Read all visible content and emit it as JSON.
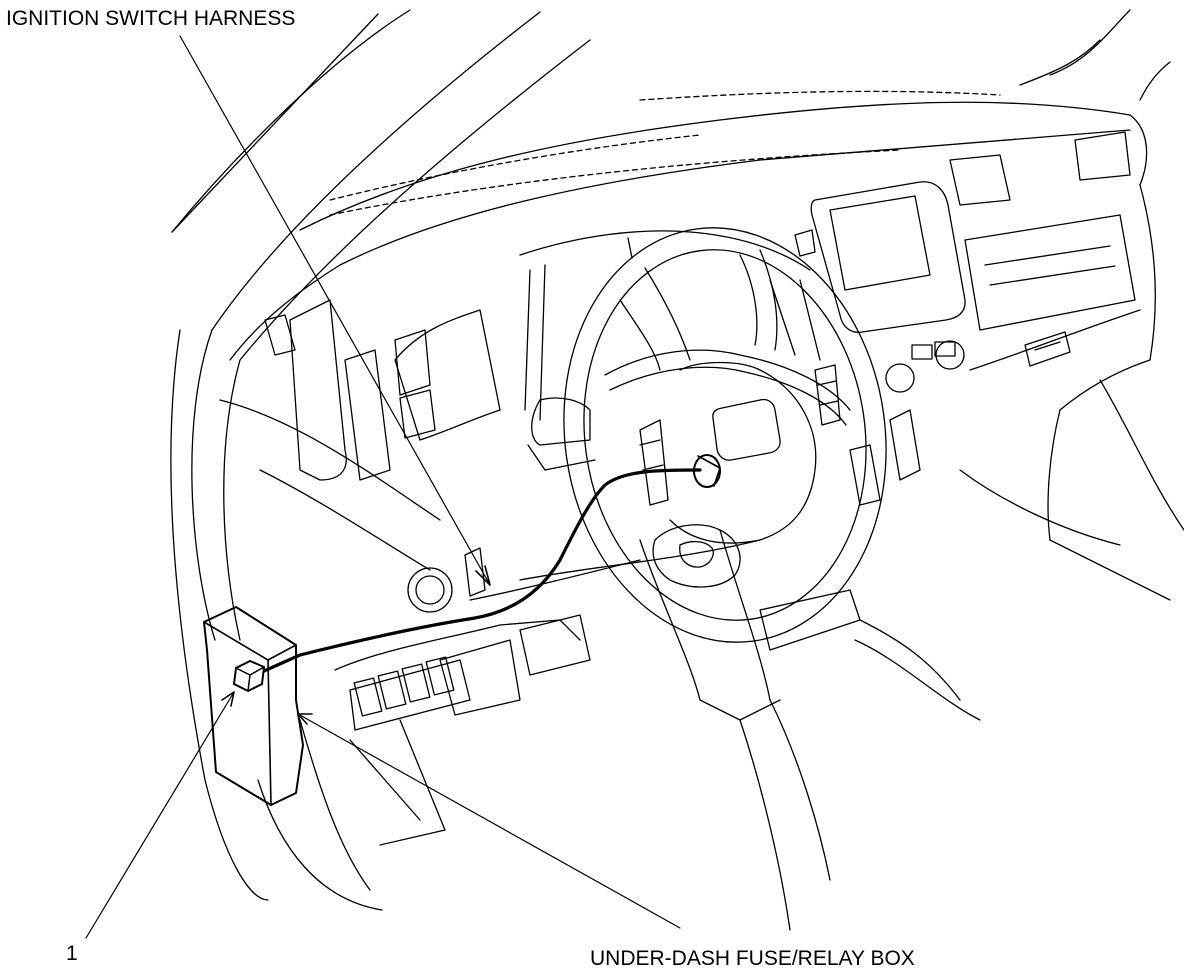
{
  "labels": {
    "ignition_switch_harness": "IGNITION SWITCH HARNESS",
    "connector_number": "1",
    "under_dash_fuse_relay_box": "UNDER-DASH FUSE/RELAY BOX"
  }
}
